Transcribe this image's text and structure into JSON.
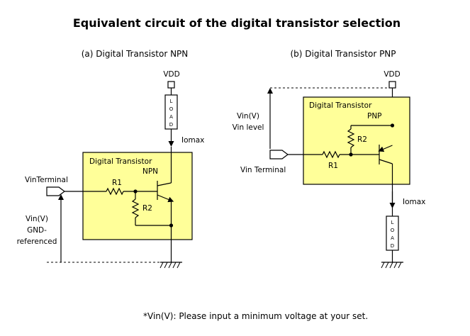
{
  "title": "Equivalent circuit of the digital transistor selection",
  "npn": {
    "caption": "(a) Digital Transistor NPN",
    "vdd": "VDD",
    "load": [
      "L",
      "O",
      "A",
      "D"
    ],
    "iomax": "Iomax",
    "box_title": "Digital Transistor",
    "box_type": "NPN",
    "vin_terminal": "VinTerminal",
    "r1": "R1",
    "r2": "R2",
    "vin_lines": [
      "Vin(V)",
      "GND-",
      "referenced"
    ]
  },
  "pnp": {
    "caption": "(b) Digital Transistor PNP",
    "vdd": "VDD",
    "box_title": "Digital Transistor",
    "box_type": "PNP",
    "vin_lines": [
      "Vin(V)",
      "Vin level"
    ],
    "vin_terminal": "Vin Terminal",
    "r1": "R1",
    "r2": "R2",
    "iomax": "Iomax",
    "load": [
      "L",
      "O",
      "A",
      "D"
    ]
  },
  "footnote": "*Vin(V): Please input a minimum voltage at your set."
}
